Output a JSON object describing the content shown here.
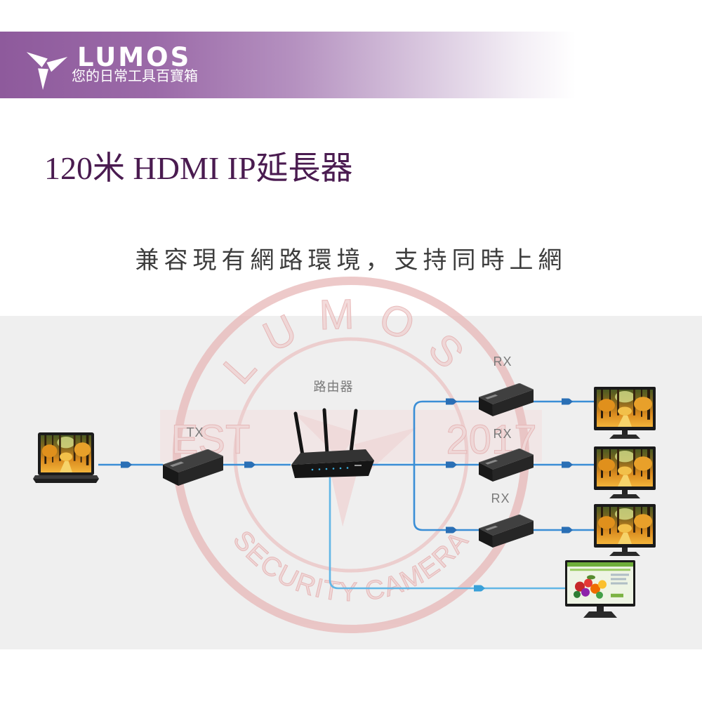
{
  "brand": {
    "name": "LUMOS",
    "tagline": "您的日常工具百寶箱",
    "logo_icon": "pinwheel-triangle-logo-icon"
  },
  "product": {
    "title": "120米 HDMI IP延長器",
    "subtitle": "兼容現有網路環境，支持同時上網"
  },
  "diagram": {
    "source": {
      "icon": "laptop-icon"
    },
    "transmitter": {
      "label": "TX",
      "icon": "hdmi-extender-icon"
    },
    "router": {
      "label": "路由器",
      "icon": "wifi-router-icon"
    },
    "receivers": [
      {
        "label": "RX",
        "icon": "hdmi-extender-icon",
        "display_icon": "monitor-icon"
      },
      {
        "label": "RX",
        "icon": "hdmi-extender-icon",
        "display_icon": "monitor-icon"
      },
      {
        "label": "RX",
        "icon": "hdmi-extender-icon",
        "display_icon": "monitor-icon"
      }
    ],
    "network_display": {
      "icon": "tv-icon"
    },
    "flow_icon": "right-arrow-icon"
  },
  "watermark": {
    "top_text": "LUMOS",
    "left_text": "EST",
    "right_text": "2017",
    "bottom_text": "SECURITY CAMERA"
  },
  "colors": {
    "banner_purple": "#8e5a9c",
    "title_purple": "#4a1b50",
    "subtitle_gray": "#3d3d3d",
    "band_gray": "#efefef",
    "hdmi_line_blue": "#3a8ed6",
    "arrow_blue": "#2a6fb5",
    "network_line_blue": "#62b6e6",
    "watermark_pink": "#e2a6a6"
  }
}
